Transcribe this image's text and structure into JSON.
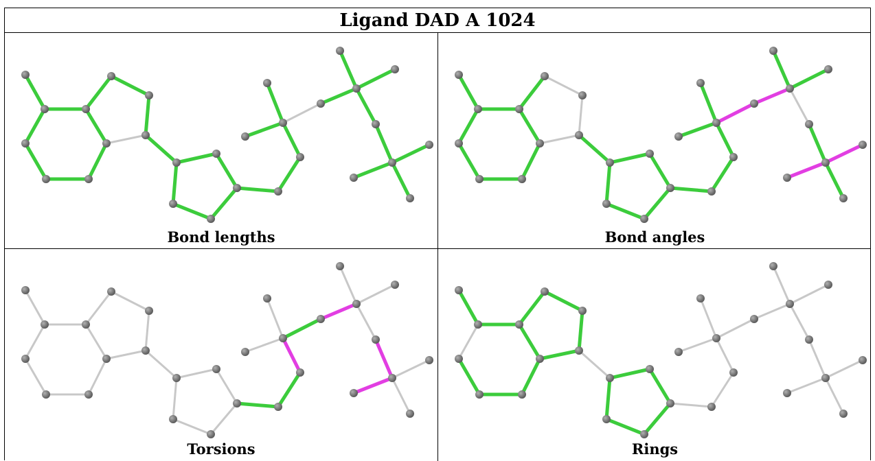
{
  "title": "Ligand DAD A 1024",
  "colors": {
    "highlight": "#3ccc3c",
    "outlier": "#e23ee2",
    "bond": "#c8c8c8",
    "atom": "#707070"
  },
  "panels": [
    {
      "key": "bond_lengths",
      "caption": "Bond lengths",
      "highlight": [
        [
          0,
          1
        ],
        [
          1,
          2
        ],
        [
          2,
          3
        ],
        [
          3,
          4
        ],
        [
          4,
          5
        ],
        [
          5,
          0
        ],
        [
          2,
          6
        ],
        [
          6,
          7
        ],
        [
          7,
          8
        ],
        [
          1,
          9
        ],
        [
          8,
          10
        ],
        [
          10,
          11
        ],
        [
          11,
          12
        ],
        [
          12,
          13
        ],
        [
          13,
          14
        ],
        [
          14,
          10
        ],
        [
          13,
          15
        ],
        [
          15,
          16
        ],
        [
          16,
          17
        ],
        [
          17,
          18
        ],
        [
          17,
          19
        ],
        [
          20,
          21
        ],
        [
          21,
          22
        ],
        [
          21,
          23
        ],
        [
          21,
          24
        ],
        [
          24,
          25
        ],
        [
          25,
          26
        ],
        [
          26,
          27
        ],
        [
          26,
          28
        ],
        [
          26,
          29
        ]
      ],
      "outlier": []
    },
    {
      "key": "bond_angles",
      "caption": "Bond angles",
      "highlight": [
        [
          0,
          1
        ],
        [
          1,
          2
        ],
        [
          2,
          3
        ],
        [
          3,
          4
        ],
        [
          4,
          5
        ],
        [
          5,
          0
        ],
        [
          2,
          6
        ],
        [
          1,
          9
        ],
        [
          8,
          10
        ],
        [
          10,
          11
        ],
        [
          11,
          12
        ],
        [
          12,
          13
        ],
        [
          13,
          14
        ],
        [
          14,
          10
        ],
        [
          13,
          15
        ],
        [
          15,
          16
        ],
        [
          16,
          17
        ],
        [
          17,
          18
        ],
        [
          17,
          19
        ],
        [
          20,
          21
        ],
        [
          21,
          22
        ],
        [
          21,
          23
        ],
        [
          24,
          25
        ],
        [
          26,
          27
        ]
      ],
      "outlier": [
        [
          17,
          20
        ],
        [
          20,
          21
        ],
        [
          26,
          28
        ],
        [
          26,
          29
        ]
      ]
    },
    {
      "key": "torsions",
      "caption": "Torsions",
      "highlight": [
        [
          13,
          15
        ],
        [
          15,
          16
        ],
        [
          17,
          20
        ]
      ],
      "outlier": [
        [
          16,
          17
        ],
        [
          20,
          21
        ],
        [
          24,
          25
        ],
        [
          25,
          26
        ]
      ]
    },
    {
      "key": "rings",
      "caption": "Rings",
      "highlight": [
        [
          0,
          1
        ],
        [
          1,
          2
        ],
        [
          2,
          3
        ],
        [
          3,
          4
        ],
        [
          4,
          5
        ],
        [
          5,
          0
        ],
        [
          2,
          6
        ],
        [
          6,
          7
        ],
        [
          7,
          8
        ],
        [
          8,
          9
        ],
        [
          9,
          1
        ],
        [
          10,
          11
        ],
        [
          11,
          12
        ],
        [
          12,
          13
        ],
        [
          13,
          14
        ],
        [
          14,
          10
        ]
      ],
      "outlier": []
    }
  ]
}
